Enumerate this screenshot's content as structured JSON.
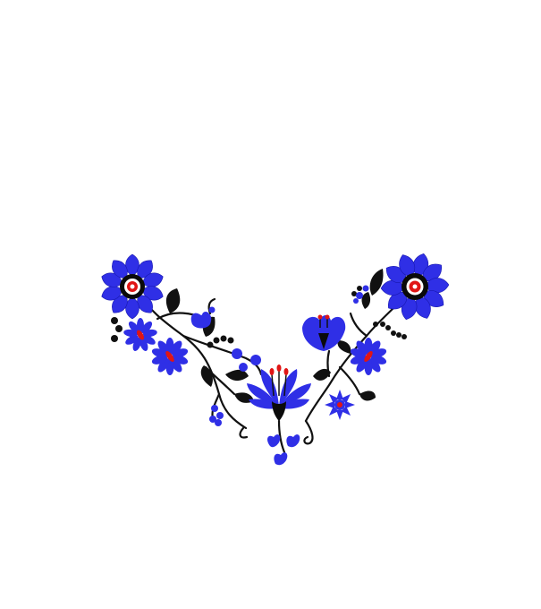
{
  "image": {
    "subject": "folk-embroidery-floral-garland",
    "background": "#ffffff",
    "colors": {
      "petal_blue": "#2f2fe6",
      "petal_deep": "#1a1ad0",
      "vein": "#ffffff",
      "center_black": "#0a0a0a",
      "accent_red": "#e01515",
      "stem_black": "#111111"
    },
    "motifs": [
      "large-flower-left",
      "large-flower-right",
      "center-tulip",
      "small-flowers",
      "leaves",
      "berry-sprigs",
      "curling-stems"
    ]
  }
}
